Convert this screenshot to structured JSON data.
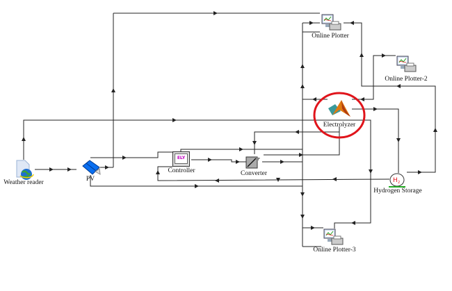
{
  "components": {
    "weather_reader": {
      "label": "Weather reader",
      "icon": "weather-globe-icon"
    },
    "pv": {
      "label": "PV",
      "icon": "solar-panel-icon"
    },
    "controller": {
      "label": "Controller",
      "icon": "controller-monitor-icon",
      "badge": "ELY"
    },
    "converter": {
      "label": "Converter",
      "icon": "converter-icon"
    },
    "electrolyzer": {
      "label": "Electrolyzer",
      "icon": "matlab-icon",
      "highlight_color": "#e0141b"
    },
    "hydrogen_storage": {
      "label": "Hydrogen Storage",
      "icon": "h2-tank-icon",
      "symbol": "H2"
    },
    "online_plotter": {
      "label": "Online Plotter",
      "icon": "plotter-icon"
    },
    "online_plotter_2": {
      "label": "Online Plotter-2",
      "icon": "plotter-icon"
    },
    "online_plotter_3": {
      "label": "Online Plotter-3",
      "icon": "plotter-icon"
    }
  },
  "colors": {
    "link": "#222222",
    "highlight": "#e0141b",
    "pv": "#0a6ff0"
  }
}
